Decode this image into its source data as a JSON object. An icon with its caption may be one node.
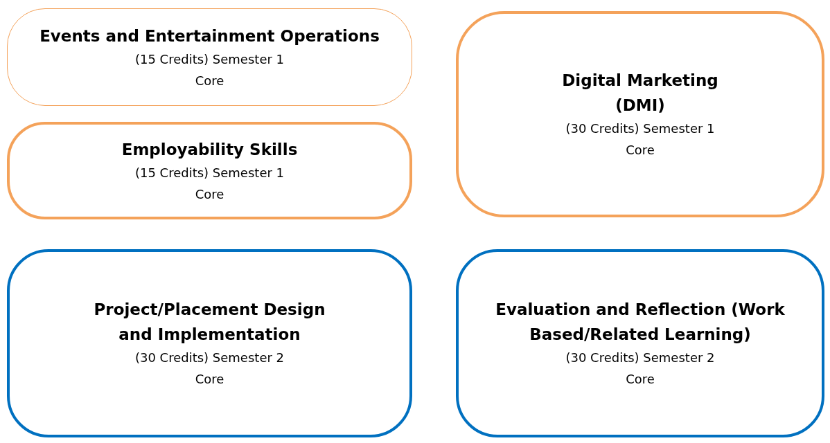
{
  "diagram": {
    "nodes": [
      {
        "text": [
          "Events and Entertainment Operations",
          "(15 Credits) Semester 1",
          "Core"
        ]
      },
      {
        "text": [
          "Employability Skills",
          "(15 Credits) Semester 1",
          "Core"
        ]
      },
      {
        "text": [
          "Digital Marketing (DMI)",
          "(30 Credits) Semester 1",
          "Core"
        ]
      },
      {
        "text": [
          "Project/Placement Design and Implementation",
          "(30 Credits) Semester 2",
          "Core"
        ]
      },
      {
        "text": [
          "Evaluation and Reflection (Work Based/Related Learning)",
          "(30 Credits) Semester 2",
          "Core"
        ]
      }
    ],
    "edges": []
  }
}
